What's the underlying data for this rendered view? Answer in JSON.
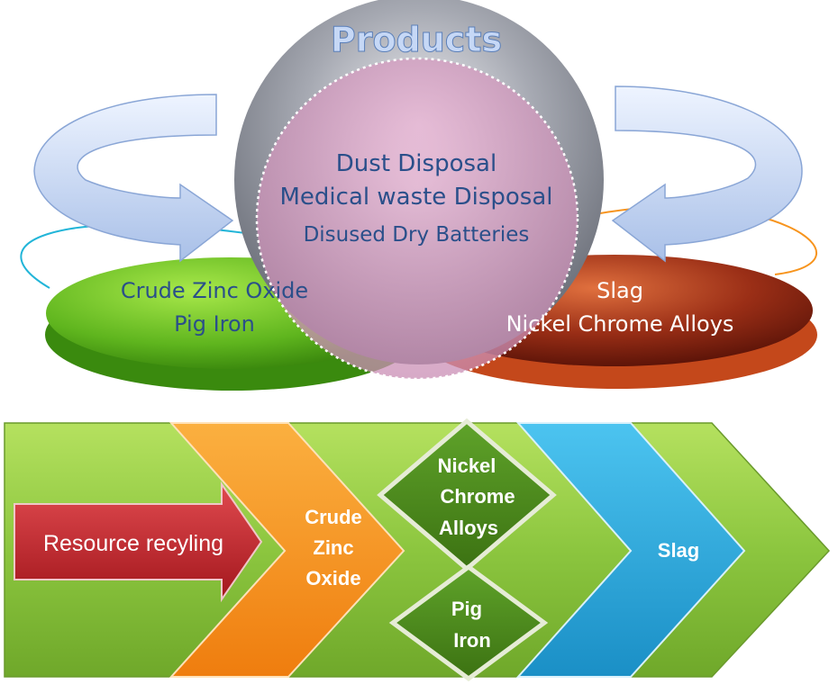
{
  "products": {
    "title": "Products",
    "lines": [
      "Dust Disposal",
      "Medical waste Disposal",
      "Disused Dry Batteries"
    ]
  },
  "left_disc": {
    "lines": [
      "Crude Zinc Oxide",
      "Pig Iron"
    ]
  },
  "right_disc": {
    "lines": [
      "Slag",
      "Nickel Chrome Alloys"
    ]
  },
  "flow": {
    "start_label": "Resource recyling",
    "zinc_lines": [
      "Crude",
      "Zinc",
      "Oxide"
    ],
    "nickel_lines": [
      "Nickel",
      "Chrome",
      "Alloys"
    ],
    "iron_lines": [
      "Pig",
      "Iron"
    ],
    "slag_label": "Slag"
  },
  "colors": {
    "sphere": "#8e929c",
    "sphere_inner": "#e2a8cc",
    "green_disc": "#5fb51e",
    "red_disc": "#a2321a",
    "band": "#8cc63f",
    "orange": "#f7941d",
    "diamond": "#4d8a1c",
    "blue": "#29abe2",
    "red_arrow": "#c1272d",
    "curved_arrow": "#b3c9ec"
  }
}
